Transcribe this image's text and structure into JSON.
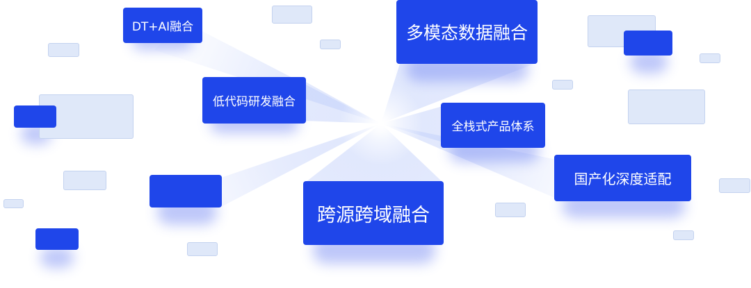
{
  "labels": {
    "dt_ai": "DT+AI融合",
    "multimodal": "多模态数据融合",
    "lowcode": "低代码研发融合",
    "fullstack": "全栈式产品体系",
    "domestic": "国产化深度适配",
    "crossdomain": "跨源跨域融合"
  },
  "colors": {
    "card": "#1f46ea",
    "ghost": "#dfe8f9",
    "ray": "#8fa6f5"
  }
}
